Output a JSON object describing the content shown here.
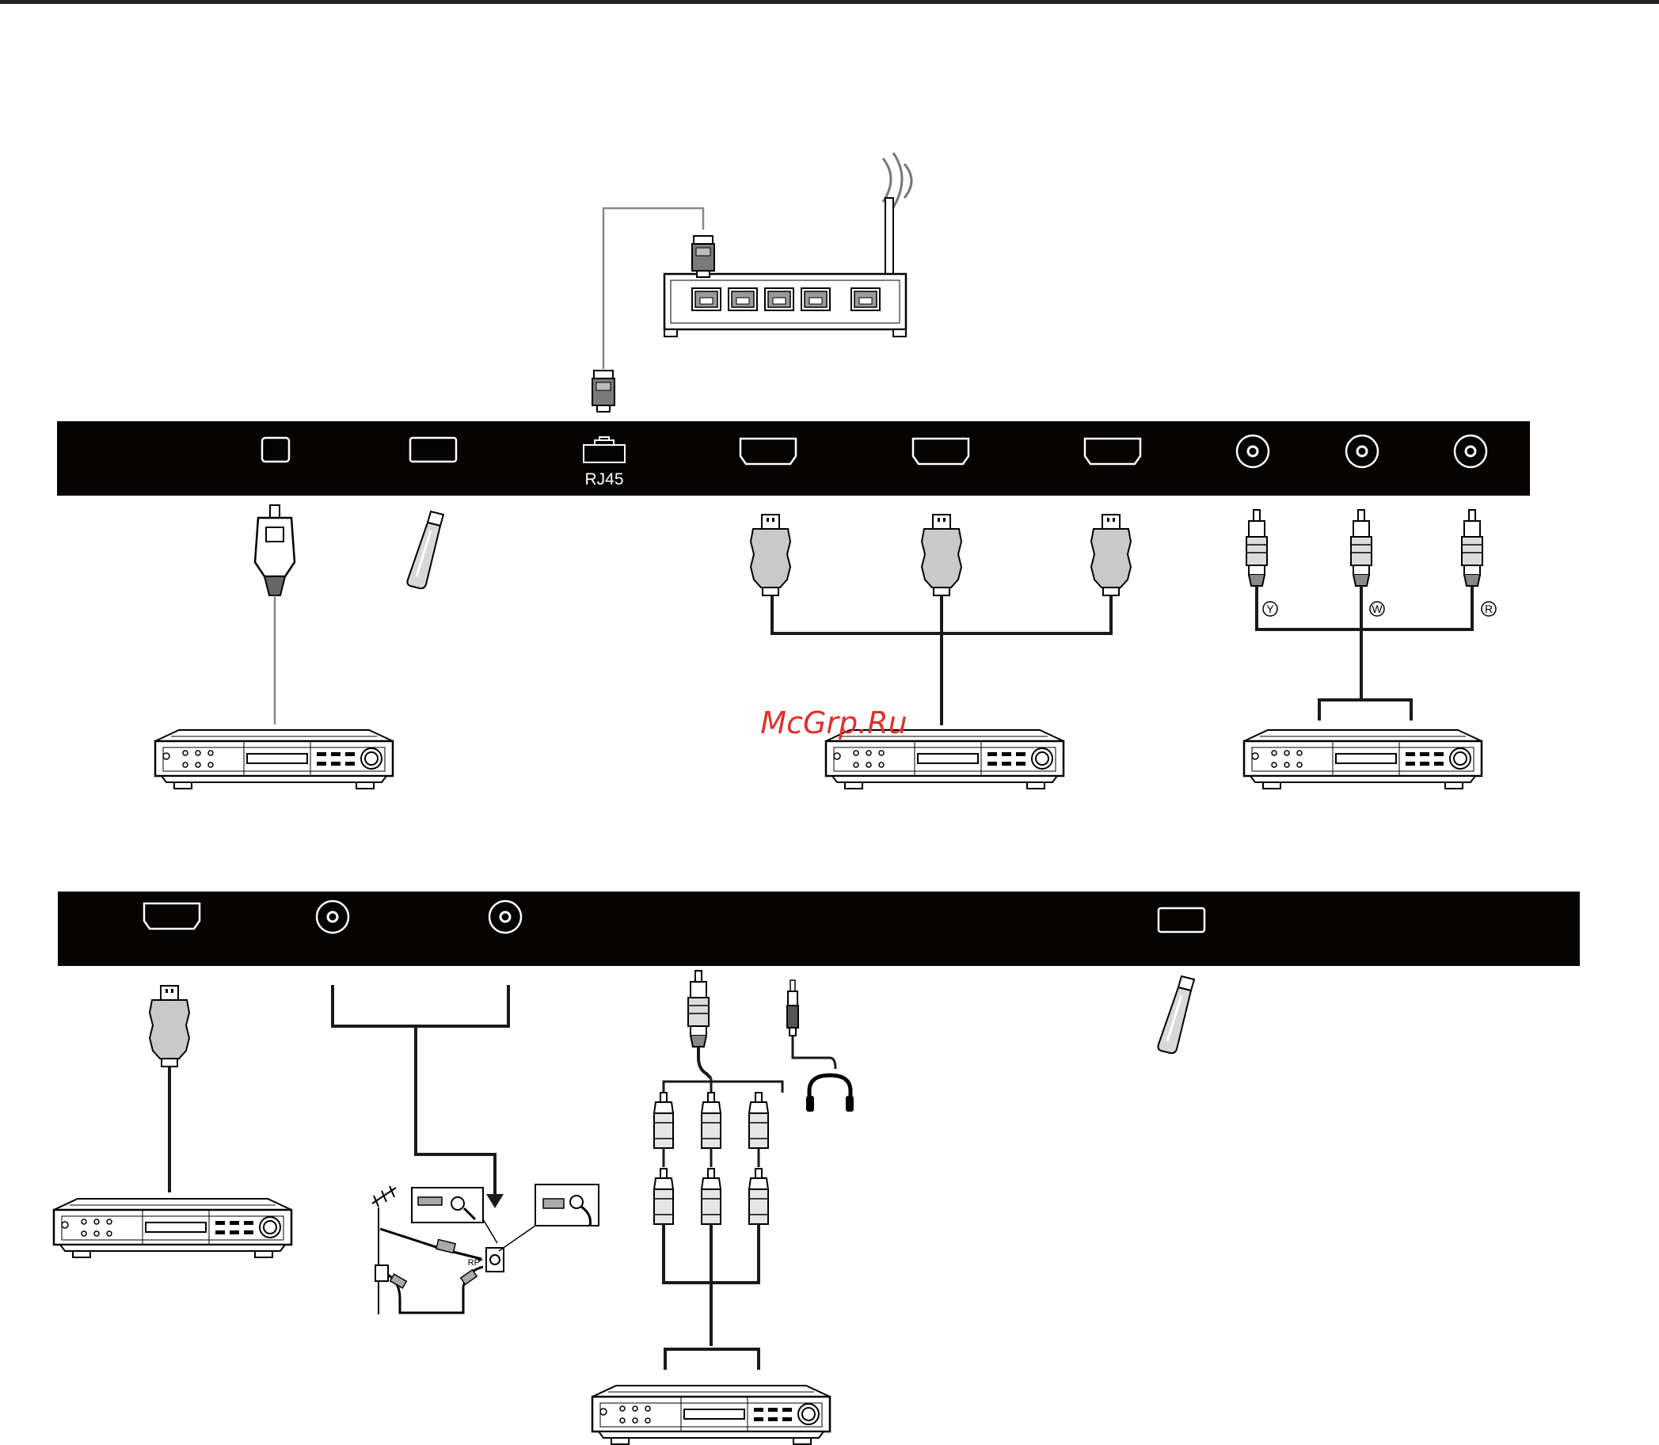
{
  "top_panel": {
    "rj45_label": "RJ45"
  },
  "rca_markers": {
    "yellow": "Y",
    "white": "W",
    "red": "R"
  },
  "antenna": {
    "rf_label": "RF"
  },
  "watermark": "McGrp.Ru",
  "colors": {
    "panel": "#060303",
    "line": "#1a1a1a",
    "watermark": "#e0312c"
  }
}
